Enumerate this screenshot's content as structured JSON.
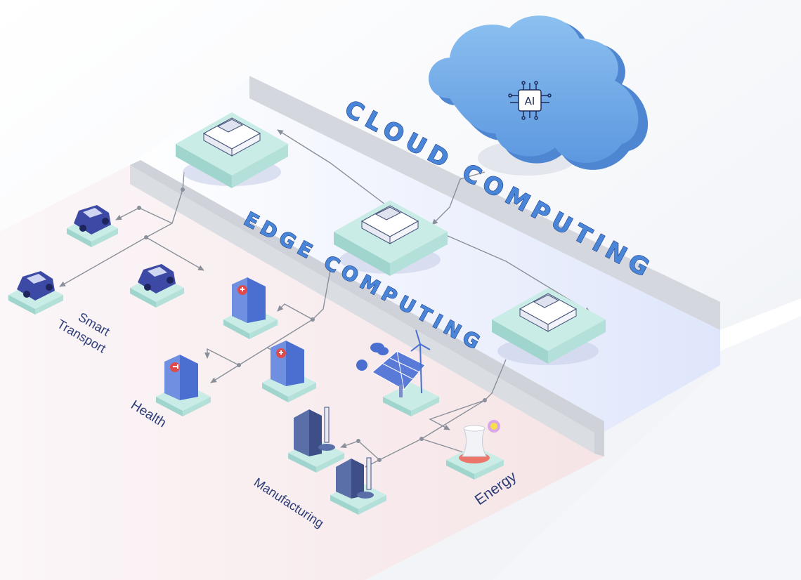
{
  "titles": {
    "cloud": "CLOUD COMPUTING",
    "edge": "EDGE COMPUTING"
  },
  "cloud_badge": "AI",
  "regions": {
    "transport_line1": "Smart",
    "transport_line2": "Transport",
    "health": "Health",
    "manufacturing": "Manufacturing",
    "energy": "Energy"
  },
  "colors": {
    "cloud": "#7fb4ea",
    "title": "#4a86d8",
    "platform": "#bfe6df",
    "label": "#2c3d78",
    "car": "#3d4aa5",
    "building": "#4a6fd0"
  }
}
